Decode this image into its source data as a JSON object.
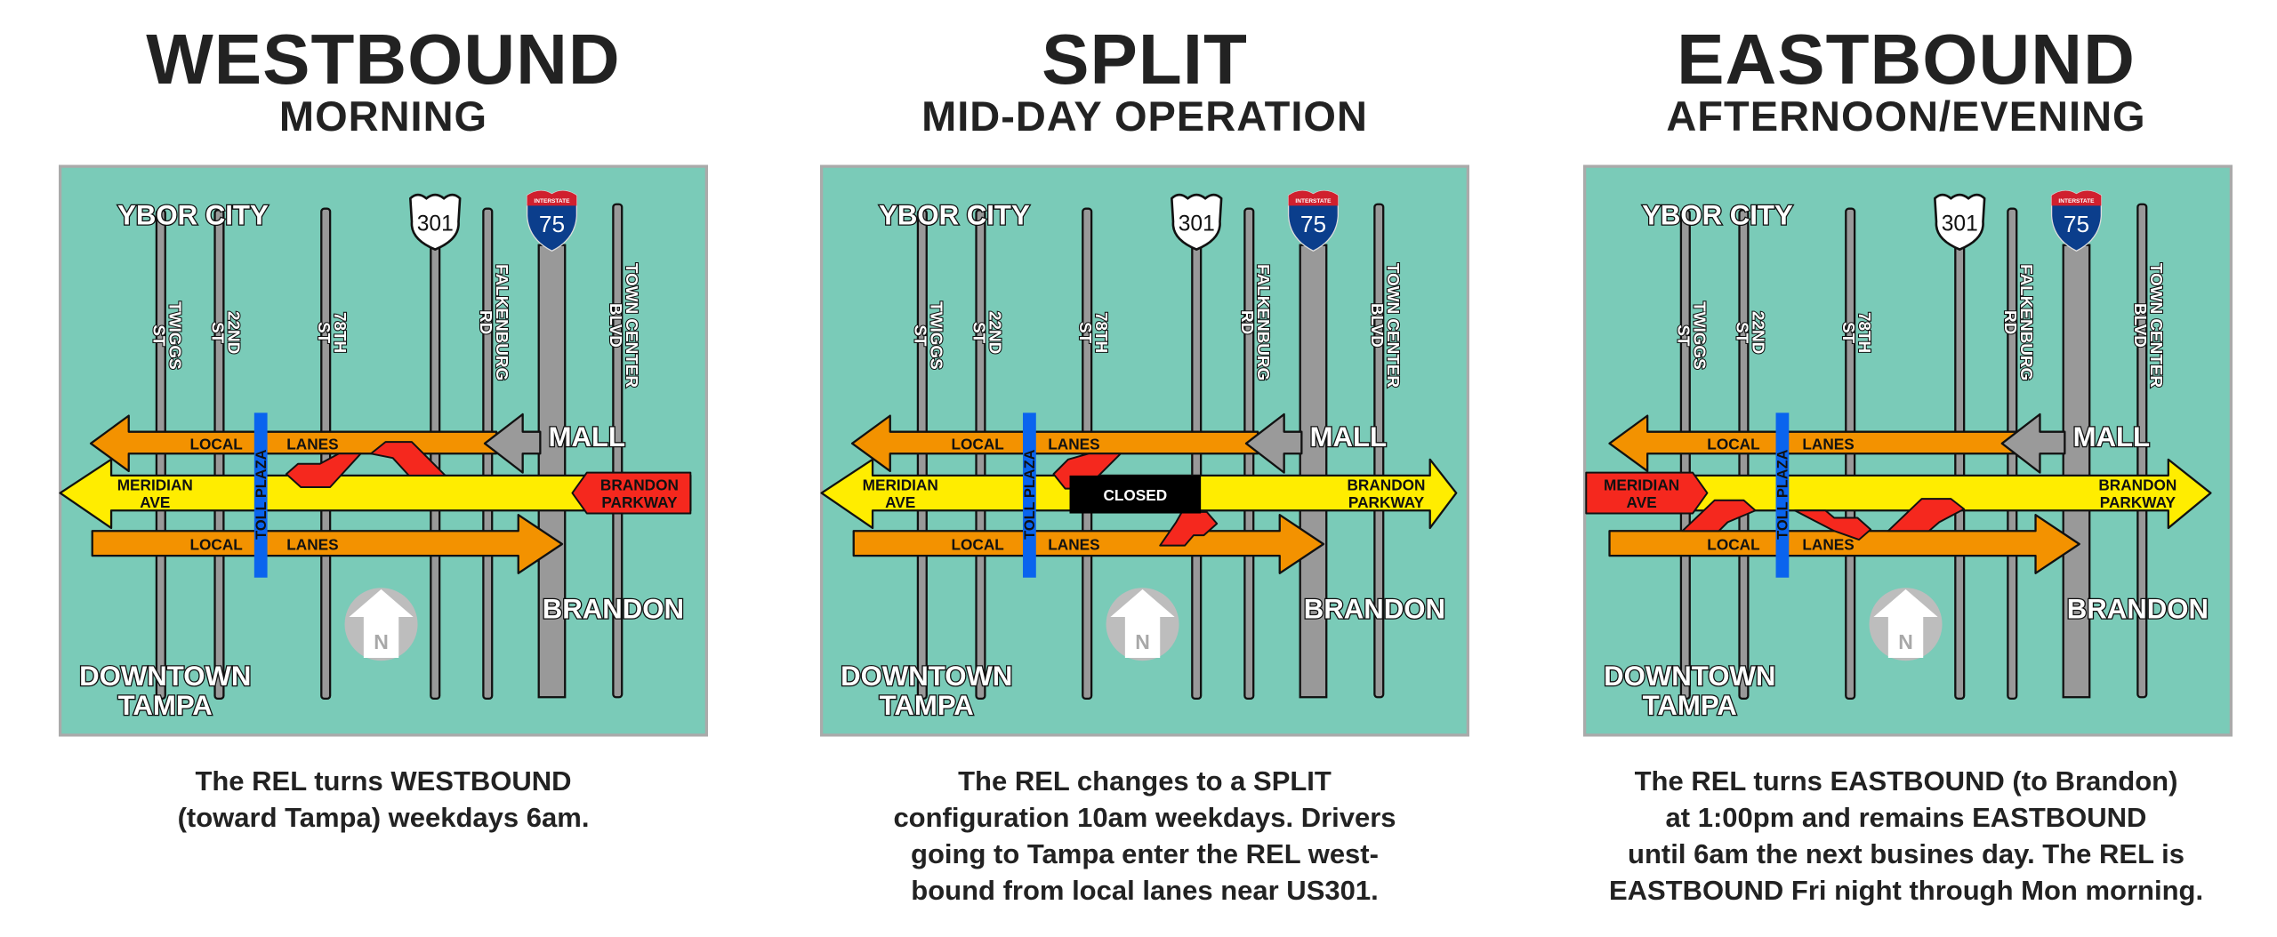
{
  "colors": {
    "map_bg": "#7ACBB8",
    "local_lanes": "#F39200",
    "express": "#FFED00",
    "ramp": "#F5281E",
    "toll_plaza": "#0A64EE",
    "road": "#999999",
    "closed": "#000000"
  },
  "map": {
    "ybor": "YBOR CITY",
    "downtown": "DOWNTOWN",
    "tampa": "TAMPA",
    "mall": "MALL",
    "brandon": "BRANDON",
    "twiggs": [
      "TWIGGS",
      "ST"
    ],
    "nd22": [
      "22ND",
      "ST"
    ],
    "th78": [
      "78TH",
      "ST"
    ],
    "falkenburg": [
      "FALKENBURG",
      "RD"
    ],
    "town_center": [
      "TOWN CENTER",
      "BLVD"
    ],
    "us_shield": "301",
    "interstate_label": "INTERSTATE",
    "interstate_number": "75",
    "north": "N",
    "local": "LOCAL",
    "lanes": "LANES",
    "toll_plaza": "TOLL PLAZA",
    "meridian": [
      "MERIDIAN",
      "AVE"
    ],
    "parkway": [
      "BRANDON",
      "PARKWAY"
    ],
    "closed": "CLOSED"
  },
  "panels": [
    {
      "title": "WESTBOUND",
      "subtitle": "MORNING",
      "caption": [
        "The REL turns WESTBOUND",
        "(toward Tampa) weekdays 6am."
      ]
    },
    {
      "title": "SPLIT",
      "subtitle": "MID-DAY OPERATION",
      "caption": [
        "The REL changes to a SPLIT",
        "configuration 10am weekdays. Drivers",
        "going to Tampa enter the REL west-",
        "bound from local lanes near US301."
      ]
    },
    {
      "title": "EASTBOUND",
      "subtitle": "AFTERNOON/EVENING",
      "caption": [
        "The REL turns EASTBOUND (to Brandon)",
        "at 1:00pm and remains EASTBOUND",
        "until 6am the next busines day. The REL is",
        "EASTBOUND Fri night through Mon morning."
      ]
    }
  ]
}
